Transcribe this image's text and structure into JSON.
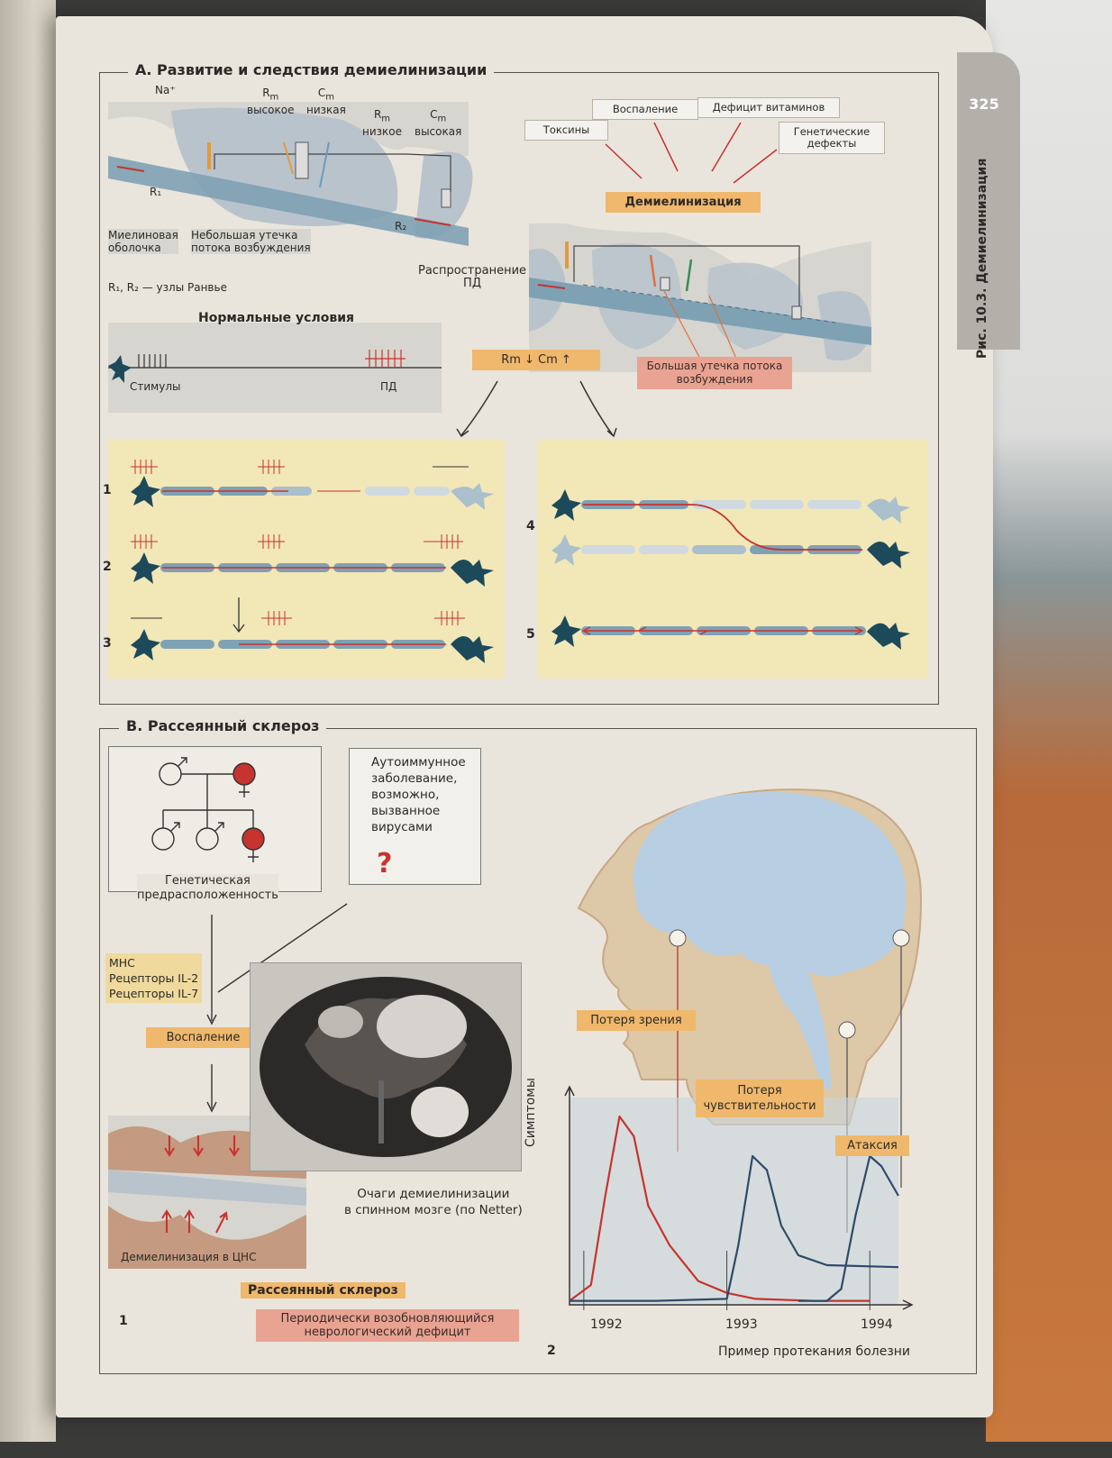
{
  "page": {
    "number": "325",
    "figure_label": "Рис. 10.3. Демиелинизация"
  },
  "section_a": {
    "title": "А. Развитие и следствия демиелинизации",
    "na": "Na⁺",
    "rm_high": "R",
    "rm_high_sub": "m",
    "rm_high_word": "высокое",
    "cm_low": "C",
    "cm_low_sub": "m",
    "cm_low_word": "низкая",
    "rm_low": "R",
    "rm_low_sub": "m",
    "rm_low_word": "низкое",
    "cm_high": "C",
    "cm_high_sub": "m",
    "cm_high_word": "высокая",
    "r1": "R₁",
    "r2": "R₂",
    "myelin": "Миелиновая\nоболочка",
    "leak_small": "Небольшая утечка\nпотока возбуждения",
    "nodes": "R₁, R₂ — узлы Ранвье",
    "propagation": "Распространение\nПД",
    "causes": {
      "toxins": "Токсины",
      "inflammation": "Воспаление",
      "vitamin": "Дефицит витаминов",
      "genetic": "Генетические\nдефекты"
    },
    "demyelination": "Демиелинизация",
    "normal": "Нормальные условия",
    "stimuli": "Стимулы",
    "ap": "ПД",
    "rm_cm": "Rm ↓   Cm ↑",
    "leak_big": "Большая утечка потока\nвозбуждения",
    "rows": [
      "1",
      "2",
      "3",
      "4",
      "5"
    ]
  },
  "section_b": {
    "title": "В. Рассеянный склероз",
    "genetic": "Генетическая\nпредрасположенность",
    "autoimmune": "Аутоиммунное\nзаболевание,\nвозможно,\nвызванное\nвирусами",
    "question": "?",
    "factors": "MHC\nРецепторы IL-2\nРецепторы IL-7",
    "inflammation": "Воспаление",
    "cns": "Демиелинизация в ЦНС",
    "spinal": "Очаги демиелинизации\nв спинном мозге (по Netter)",
    "ms": "Рассеянный склероз",
    "deficit": "Периодически возобновляющийся\nневрологический дефицит",
    "num1": "1",
    "num2": "2",
    "vision": "Потеря зрения",
    "sensation": "Потеря\nчувствительности",
    "ataxia": "Атаксия"
  },
  "chart_data": {
    "type": "line",
    "ylabel": "Симптомы",
    "xlabel": "Пример протекания болезни",
    "x_ticks": [
      "1992",
      "1993",
      "1994"
    ],
    "xlim": [
      1991.9,
      1994.2
    ],
    "ylim": [
      0,
      1
    ],
    "series": [
      {
        "color": "#c7332e",
        "x": [
          1991.9,
          1992.05,
          1992.15,
          1992.25,
          1992.35,
          1992.45,
          1992.6,
          1992.8,
          1993.0,
          1993.2,
          1993.6,
          1994.0
        ],
        "y": [
          0.02,
          0.1,
          0.55,
          0.95,
          0.85,
          0.5,
          0.3,
          0.12,
          0.06,
          0.03,
          0.02,
          0.02
        ]
      },
      {
        "color": "#2d4a6b",
        "x": [
          1991.9,
          1992.5,
          1993.0,
          1993.08,
          1993.18,
          1993.28,
          1993.38,
          1993.5,
          1993.7,
          1994.2
        ],
        "y": [
          0.02,
          0.02,
          0.03,
          0.3,
          0.75,
          0.68,
          0.4,
          0.25,
          0.2,
          0.19
        ]
      },
      {
        "color": "#2d4a6b",
        "x": [
          1993.5,
          1993.7,
          1993.8,
          1993.9,
          1994.0,
          1994.08,
          1994.2
        ],
        "y": [
          0.02,
          0.02,
          0.08,
          0.45,
          0.75,
          0.7,
          0.55
        ]
      }
    ]
  }
}
